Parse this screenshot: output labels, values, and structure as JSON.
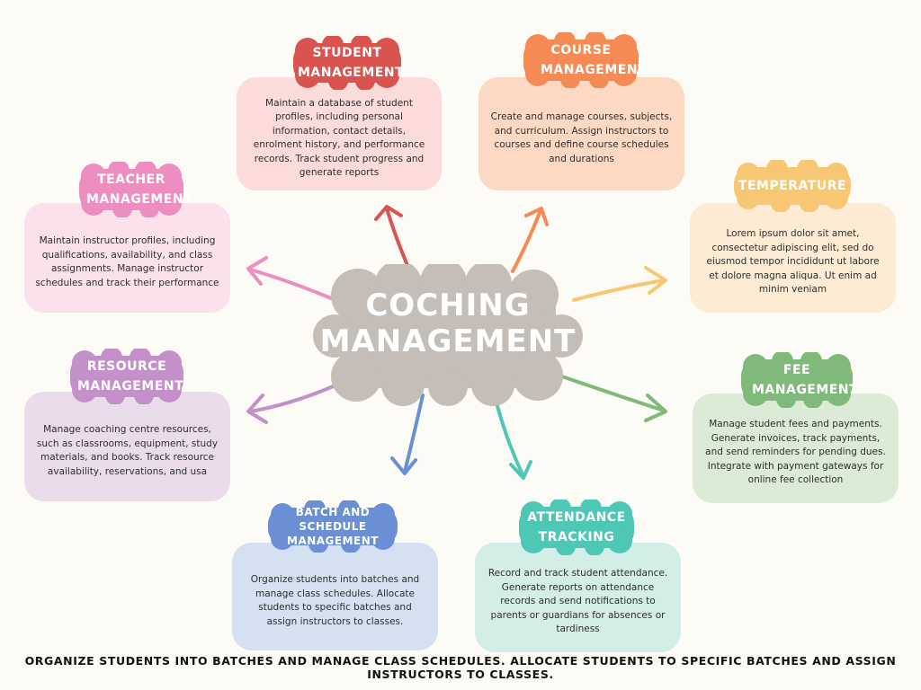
{
  "central": {
    "title": "COCHING MANAGEMENT"
  },
  "nodes": {
    "student": {
      "title": "STUDENT MANAGEMENT",
      "text": "Maintain a database of student profiles, including personal information, contact details, enrolment history, and performance records. Track student progress and generate reports",
      "color": "#d9534f",
      "card_color": "#fbdcdb"
    },
    "course": {
      "title": "COURSE MANAGEMENT",
      "text": "Create and manage courses, subjects, and curriculum. Assign instructors to courses and define course schedules and durations",
      "color": "#f58a55",
      "card_color": "#fdd9c4"
    },
    "temperature": {
      "title": "TEMPERATURE",
      "text": "Lorem ipsum dolor sit amet, consectetur adipiscing elit, sed do eiusmod tempor incididunt ut labore et dolore magna aliqua. Ut enim ad minim veniam",
      "color": "#f7c774",
      "card_color": "#fdebd3"
    },
    "teacher": {
      "title": "TEACHER MANAGEMENT",
      "text": "Maintain instructor profiles, including qualifications, availability, and class assignments. Manage instructor schedules and track their performance",
      "color": "#ec8ec0",
      "card_color": "#fbe1ec"
    },
    "resource": {
      "title": "RESOURCE MANAGEMENT",
      "text": "Manage coaching centre resources, such as classrooms, equipment, study materials, and books. Track resource availability, reservations, and usa",
      "color": "#c490c9",
      "card_color": "#ebdcec"
    },
    "fee": {
      "title": "FEE MANAGEMENT",
      "text": "Manage student fees and payments. Generate invoices, track payments, and send reminders for pending dues. Integrate with payment gateways for online fee collection",
      "color": "#7fba7a",
      "card_color": "#dcebd6"
    },
    "batch": {
      "title": "BATCH AND SCHEDULE MANAGEMENT",
      "text": "Organize students into batches and manage class schedules. Allocate students to specific batches and assign instructors to classes.",
      "color": "#6a8fd4",
      "card_color": "#d5e0f0"
    },
    "attendance": {
      "title": "ATTENDANCE TRACKING",
      "text": "Record and track student attendance. Generate reports on attendance records and send notifications to parents or guardians for absences or tardiness",
      "color": "#4fc7b5",
      "card_color": "#d3ede7"
    }
  },
  "footer": {
    "text": "ORGANIZE STUDENTS INTO BATCHES AND MANAGE CLASS SCHEDULES. ALLOCATE STUDENTS TO SPECIFIC BATCHES AND ASSIGN INSTRUCTORS TO CLASSES."
  },
  "colors": {
    "background": "#fdfbf6",
    "central_cloud": "#c4bdb8"
  }
}
